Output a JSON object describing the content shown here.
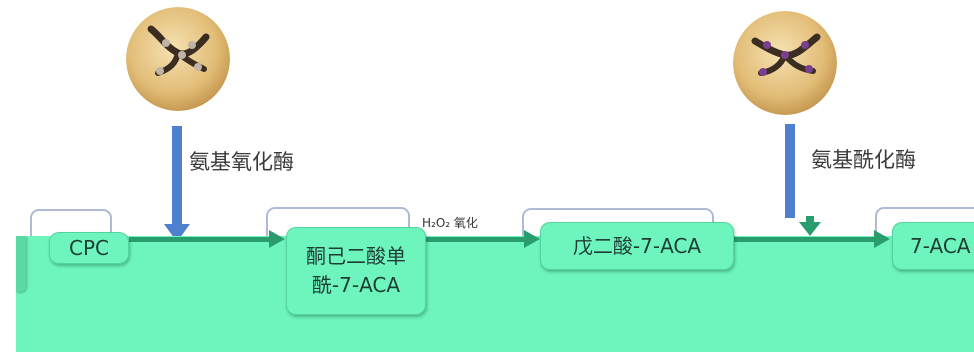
{
  "enzymes": [
    {
      "icon": "enzyme-sphere-icon-1",
      "label": "氨基氧化酶"
    },
    {
      "icon": "enzyme-sphere-icon-2",
      "label": "氨基酰化酶"
    }
  ],
  "steps": [
    {
      "label_lines": [
        "CPC"
      ]
    },
    {
      "label_lines": [
        "酮己二酸单",
        "酰-7-ACA"
      ]
    },
    {
      "label_lines": [
        "戊二酸-7-ACA"
      ]
    },
    {
      "label_lines": [
        "7-ACA"
      ]
    }
  ],
  "reaction_labels": {
    "oxidation": "H₂O₂ 氧化"
  },
  "colors": {
    "overlay": "#6ef5bd",
    "arrow_green": "#2a9d6e",
    "arrow_blue": "#4f7fcf",
    "label_text": "#3a3a3a"
  }
}
